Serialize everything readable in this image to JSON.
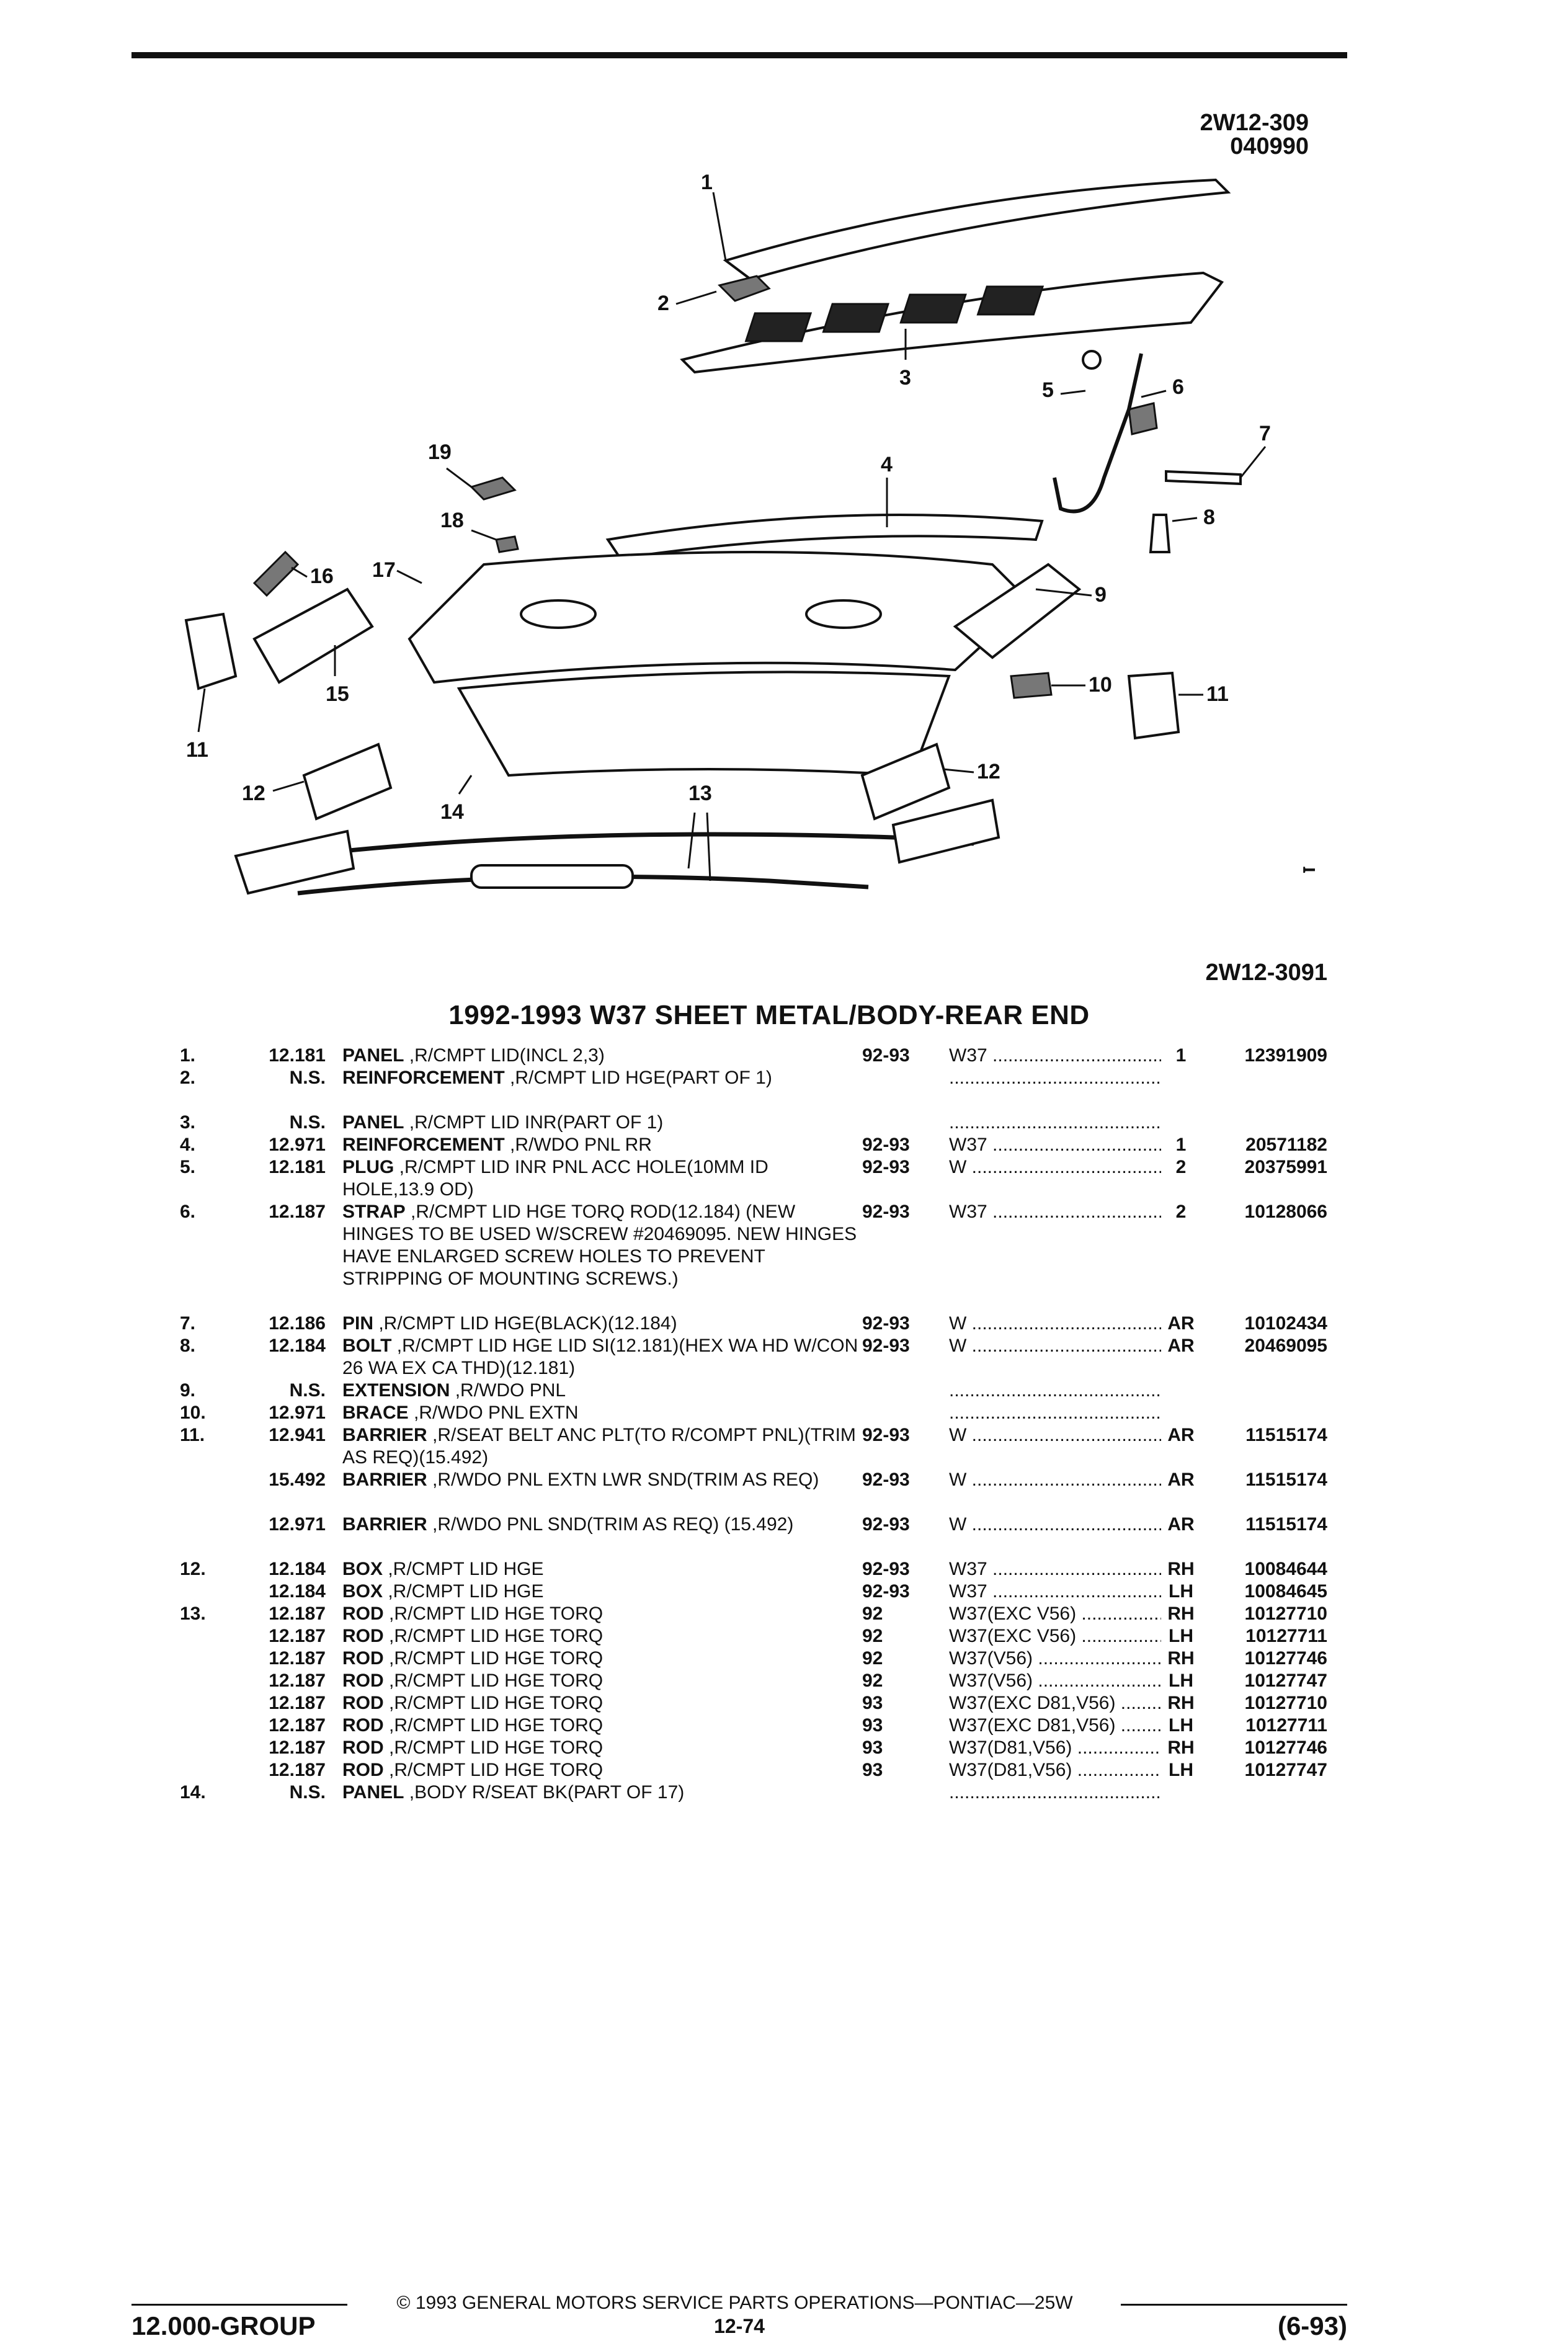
{
  "figure": {
    "code_top_1": "2W12-309",
    "code_top_2": "040990",
    "code_bottom": "2W12-3091",
    "callouts": [
      "1",
      "2",
      "3",
      "4",
      "5",
      "6",
      "7",
      "8",
      "9",
      "10",
      "11",
      "12",
      "13",
      "14",
      "15",
      "16",
      "17",
      "18",
      "19",
      "11",
      "12"
    ]
  },
  "section_title": "1992-1993 W37 SHEET METAL/BODY-REAR END",
  "rows": [
    {
      "item": "1.",
      "group": "12.181",
      "kw": "PANEL",
      "desc": " ,R/CMPT LID(INCL 2,3)",
      "year": "92-93",
      "series": "W37",
      "qty": "1",
      "part": "12391909",
      "lines": 1
    },
    {
      "item": "2.",
      "group": "N.S.",
      "kw": "REINFORCEMENT",
      "desc": " ,R/CMPT LID HGE(PART OF 1)",
      "year": "",
      "series": "",
      "qty": "",
      "part": "",
      "lines": 2
    },
    {
      "item": "3.",
      "group": "N.S.",
      "kw": "PANEL",
      "desc": " ,R/CMPT LID INR(PART OF 1)",
      "year": "",
      "series": "",
      "qty": "",
      "part": "",
      "lines": 1
    },
    {
      "item": "4.",
      "group": "12.971",
      "kw": "REINFORCEMENT",
      "desc": " ,R/WDO PNL RR",
      "year": "92-93",
      "series": "W37",
      "qty": "1",
      "part": "20571182",
      "lines": 1
    },
    {
      "item": "5.",
      "group": "12.181",
      "kw": "PLUG",
      "desc": " ,R/CMPT LID INR PNL ACC HOLE(10MM ID HOLE,13.9 OD)",
      "year": "92-93",
      "series": "W",
      "qty": "2",
      "part": "20375991",
      "lines": 2
    },
    {
      "item": "6.",
      "group": "12.187",
      "kw": "STRAP",
      "desc": " ,R/CMPT LID HGE TORQ ROD(12.184) (NEW HINGES TO BE USED W/SCREW #20469095. NEW HINGES HAVE ENLARGED SCREW HOLES TO PREVENT STRIPPING OF MOUNTING SCREWS.)",
      "year": "92-93",
      "series": "W37",
      "qty": "2",
      "part": "10128066",
      "lines": 5
    },
    {
      "item": "7.",
      "group": "12.186",
      "kw": "PIN",
      "desc": " ,R/CMPT LID HGE(BLACK)(12.184)",
      "year": "92-93",
      "series": "W",
      "qty": "AR",
      "part": "10102434",
      "lines": 1
    },
    {
      "item": "8.",
      "group": "12.184",
      "kw": "BOLT",
      "desc": " ,R/CMPT LID HGE LID SI(12.181)(HEX WA HD W/CON 26 WA EX CA THD)(12.181)",
      "year": "92-93",
      "series": "W",
      "qty": "AR",
      "part": "20469095",
      "lines": 2
    },
    {
      "item": "9.",
      "group": "N.S.",
      "kw": "EXTENSION",
      "desc": " ,R/WDO PNL",
      "year": "",
      "series": "",
      "qty": "",
      "part": "",
      "lines": 1
    },
    {
      "item": "10.",
      "group": "12.971",
      "kw": "BRACE",
      "desc": " ,R/WDO PNL EXTN",
      "year": "",
      "series": "",
      "qty": "",
      "part": "",
      "lines": 1
    },
    {
      "item": "11.",
      "group": "12.941",
      "kw": "BARRIER",
      "desc": " ,R/SEAT BELT ANC PLT(TO R/COMPT PNL)(TRIM AS REQ)(15.492)",
      "year": "92-93",
      "series": "W",
      "qty": "AR",
      "part": "11515174",
      "lines": 2
    },
    {
      "item": "",
      "group": "15.492",
      "kw": "BARRIER",
      "desc": " ,R/WDO PNL EXTN LWR SND(TRIM AS REQ)",
      "year": "92-93",
      "series": "W",
      "qty": "AR",
      "part": "11515174",
      "lines": 2
    },
    {
      "item": "",
      "group": "12.971",
      "kw": "BARRIER",
      "desc": " ,R/WDO PNL SND(TRIM AS REQ) (15.492)",
      "year": "92-93",
      "series": "W",
      "qty": "AR",
      "part": "11515174",
      "lines": 2
    },
    {
      "item": "12.",
      "group": "12.184",
      "kw": "BOX",
      "desc": " ,R/CMPT LID HGE",
      "year": "92-93",
      "series": "W37",
      "qty": "RH",
      "part": "10084644",
      "lines": 1
    },
    {
      "item": "",
      "group": "12.184",
      "kw": "BOX",
      "desc": " ,R/CMPT LID HGE",
      "year": "92-93",
      "series": "W37",
      "qty": "LH",
      "part": "10084645",
      "lines": 1
    },
    {
      "item": "13.",
      "group": "12.187",
      "kw": "ROD",
      "desc": " ,R/CMPT LID HGE TORQ",
      "year": "92",
      "series": "W37(EXC V56)",
      "qty": "RH",
      "part": "10127710",
      "lines": 1
    },
    {
      "item": "",
      "group": "12.187",
      "kw": "ROD",
      "desc": " ,R/CMPT LID HGE TORQ",
      "year": "92",
      "series": "W37(EXC V56)",
      "qty": "LH",
      "part": "10127711",
      "lines": 1
    },
    {
      "item": "",
      "group": "12.187",
      "kw": "ROD",
      "desc": " ,R/CMPT LID HGE TORQ",
      "year": "92",
      "series": "W37(V56)",
      "qty": "RH",
      "part": "10127746",
      "lines": 1
    },
    {
      "item": "",
      "group": "12.187",
      "kw": "ROD",
      "desc": " ,R/CMPT LID HGE TORQ",
      "year": "92",
      "series": "W37(V56)",
      "qty": "LH",
      "part": "10127747",
      "lines": 1
    },
    {
      "item": "",
      "group": "12.187",
      "kw": "ROD",
      "desc": " ,R/CMPT LID HGE TORQ",
      "year": "93",
      "series": "W37(EXC D81,V56)",
      "qty": "RH",
      "part": "10127710",
      "lines": 1
    },
    {
      "item": "",
      "group": "12.187",
      "kw": "ROD",
      "desc": " ,R/CMPT LID HGE TORQ",
      "year": "93",
      "series": "W37(EXC D81,V56)",
      "qty": "LH",
      "part": "10127711",
      "lines": 1
    },
    {
      "item": "",
      "group": "12.187",
      "kw": "ROD",
      "desc": " ,R/CMPT LID HGE TORQ",
      "year": "93",
      "series": "W37(D81,V56)",
      "qty": "RH",
      "part": "10127746",
      "lines": 1
    },
    {
      "item": "",
      "group": "12.187",
      "kw": "ROD",
      "desc": " ,R/CMPT LID HGE TORQ",
      "year": "93",
      "series": "W37(D81,V56)",
      "qty": "LH",
      "part": "10127747",
      "lines": 1
    },
    {
      "item": "14.",
      "group": "N.S.",
      "kw": "PANEL",
      "desc": " ,BODY R/SEAT BK(PART OF 17)",
      "year": "",
      "series": "",
      "qty": "",
      "part": "",
      "lines": 1
    }
  ],
  "footer": {
    "copyright": "© 1993 GENERAL MOTORS SERVICE PARTS OPERATIONS—PONTIAC—25W",
    "group": "12.000-GROUP",
    "page": "12-74",
    "date": "(6-93)"
  }
}
